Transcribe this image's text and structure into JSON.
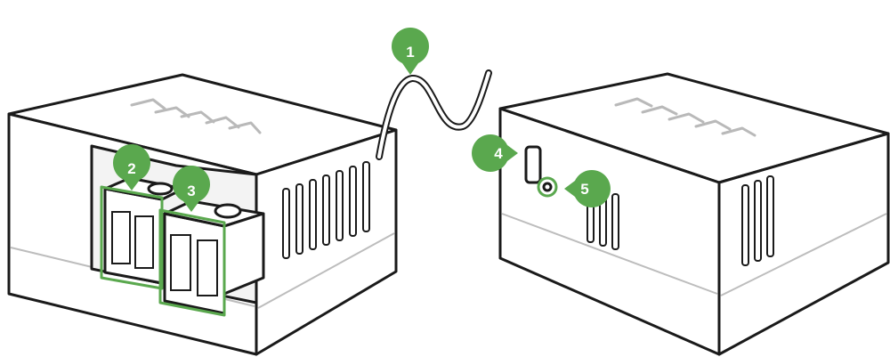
{
  "colors": {
    "accent": "#5aa84e",
    "outline": "#1a1a1a",
    "badge_text": "#ffffff"
  },
  "callouts": [
    {
      "number": "1"
    },
    {
      "number": "2"
    },
    {
      "number": "3"
    },
    {
      "number": "4"
    },
    {
      "number": "5"
    }
  ]
}
